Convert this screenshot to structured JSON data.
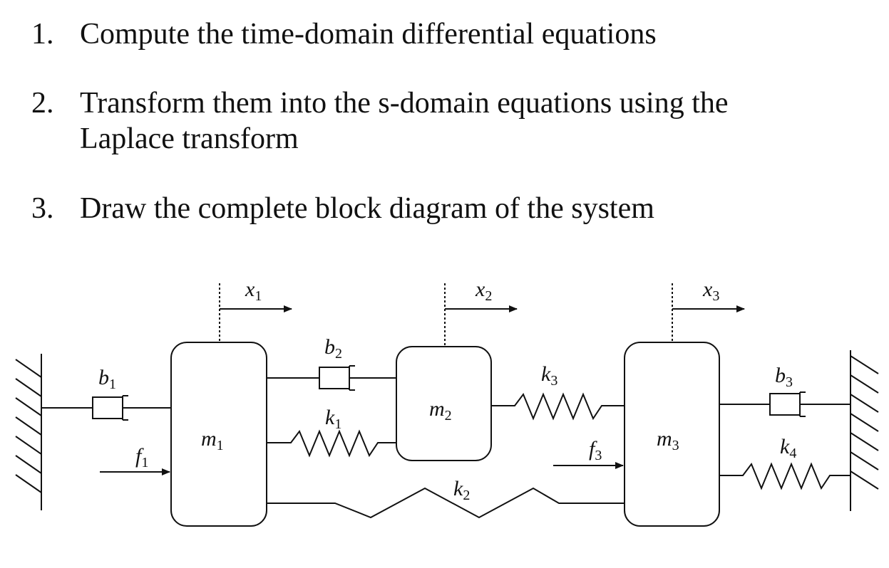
{
  "tasks": [
    {
      "number": "1.",
      "text": "Compute the time-domain differential equations"
    },
    {
      "number": "2.",
      "text": "Transform them into the s-domain equations using the Laplace transform"
    },
    {
      "number": "3.",
      "text": "Draw the complete block diagram of the system"
    }
  ],
  "diagram": {
    "masses": [
      {
        "symbol": "m",
        "sub": "1"
      },
      {
        "symbol": "m",
        "sub": "2"
      },
      {
        "symbol": "m",
        "sub": "3"
      }
    ],
    "displacements": [
      {
        "symbol": "x",
        "sub": "1"
      },
      {
        "symbol": "x",
        "sub": "2"
      },
      {
        "symbol": "x",
        "sub": "3"
      }
    ],
    "dampers": [
      {
        "symbol": "b",
        "sub": "1"
      },
      {
        "symbol": "b",
        "sub": "2"
      },
      {
        "symbol": "b",
        "sub": "3"
      }
    ],
    "springs": [
      {
        "symbol": "k",
        "sub": "1"
      },
      {
        "symbol": "k",
        "sub": "2"
      },
      {
        "symbol": "k",
        "sub": "3"
      },
      {
        "symbol": "k",
        "sub": "4"
      }
    ],
    "forces": [
      {
        "symbol": "f",
        "sub": "1"
      },
      {
        "symbol": "f",
        "sub": "3"
      }
    ]
  }
}
